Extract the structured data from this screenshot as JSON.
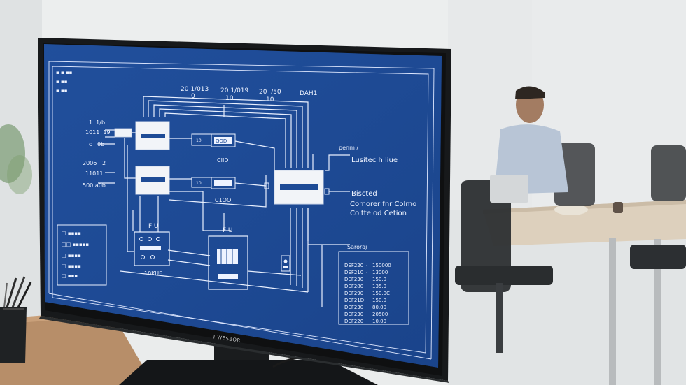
{
  "monitor": {
    "brand": "I WESBOR"
  },
  "blueprint": {
    "titleblock": {
      "lines": [
        "▪ ▪ ▪▪",
        "▪ ▪▪",
        "▪ ▪▪"
      ]
    },
    "top_labels": [
      {
        "text": "20 1/013",
        "sub": "0"
      },
      {
        "text": "20 1/019",
        "sub": "10"
      },
      {
        "text": "20  /50",
        "sub": "10"
      },
      {
        "text": "DAH1",
        "sub": ""
      }
    ],
    "left_labels": [
      "1  1/b",
      "1011  19",
      "c   0b",
      "2006   2",
      "11011  ",
      "500 a0b"
    ],
    "chip_labels": {
      "god": "GOD",
      "god_left": "10",
      "cid": "CIID",
      "cioo": "C1OO",
      "reg_left": "10",
      "fiu_left": "FIU",
      "fiu_mid": "FIU",
      "knob_block": "10KUE"
    },
    "right_labels": {
      "penm": "penm /",
      "lustic": "Lusitec h liue",
      "blocks": [
        "Biscted",
        "Comorer fnr Colmo",
        "Coltte od Cetion"
      ],
      "sandra": "Saroraj"
    },
    "legend_box": [
      "□ ▪▪▪▪",
      "□□ ▪▪▪▪▪",
      "□ ▪▪▪▪",
      "□ ▪▪▪▪",
      "□ ▪▪▪"
    ],
    "table": [
      {
        "code": "DEF220",
        "value": "150000"
      },
      {
        "code": "DEF210",
        "value": "13000"
      },
      {
        "code": "DEF230",
        "value": "150.0"
      },
      {
        "code": "DEF280",
        "value": "135.0"
      },
      {
        "code": "DEF290",
        "value": "150.0C"
      },
      {
        "code": "DEF21D",
        "value": "150.0"
      },
      {
        "code": "DEF230",
        "value": "80.00"
      },
      {
        "code": "DEF230",
        "value": "20500"
      },
      {
        "code": "DEF220",
        "value": "10.00"
      }
    ]
  },
  "colors": {
    "screen": "#1e4b96",
    "bezel": "#17191b",
    "wall": "#e8eaea",
    "desk": "#b78e69"
  }
}
